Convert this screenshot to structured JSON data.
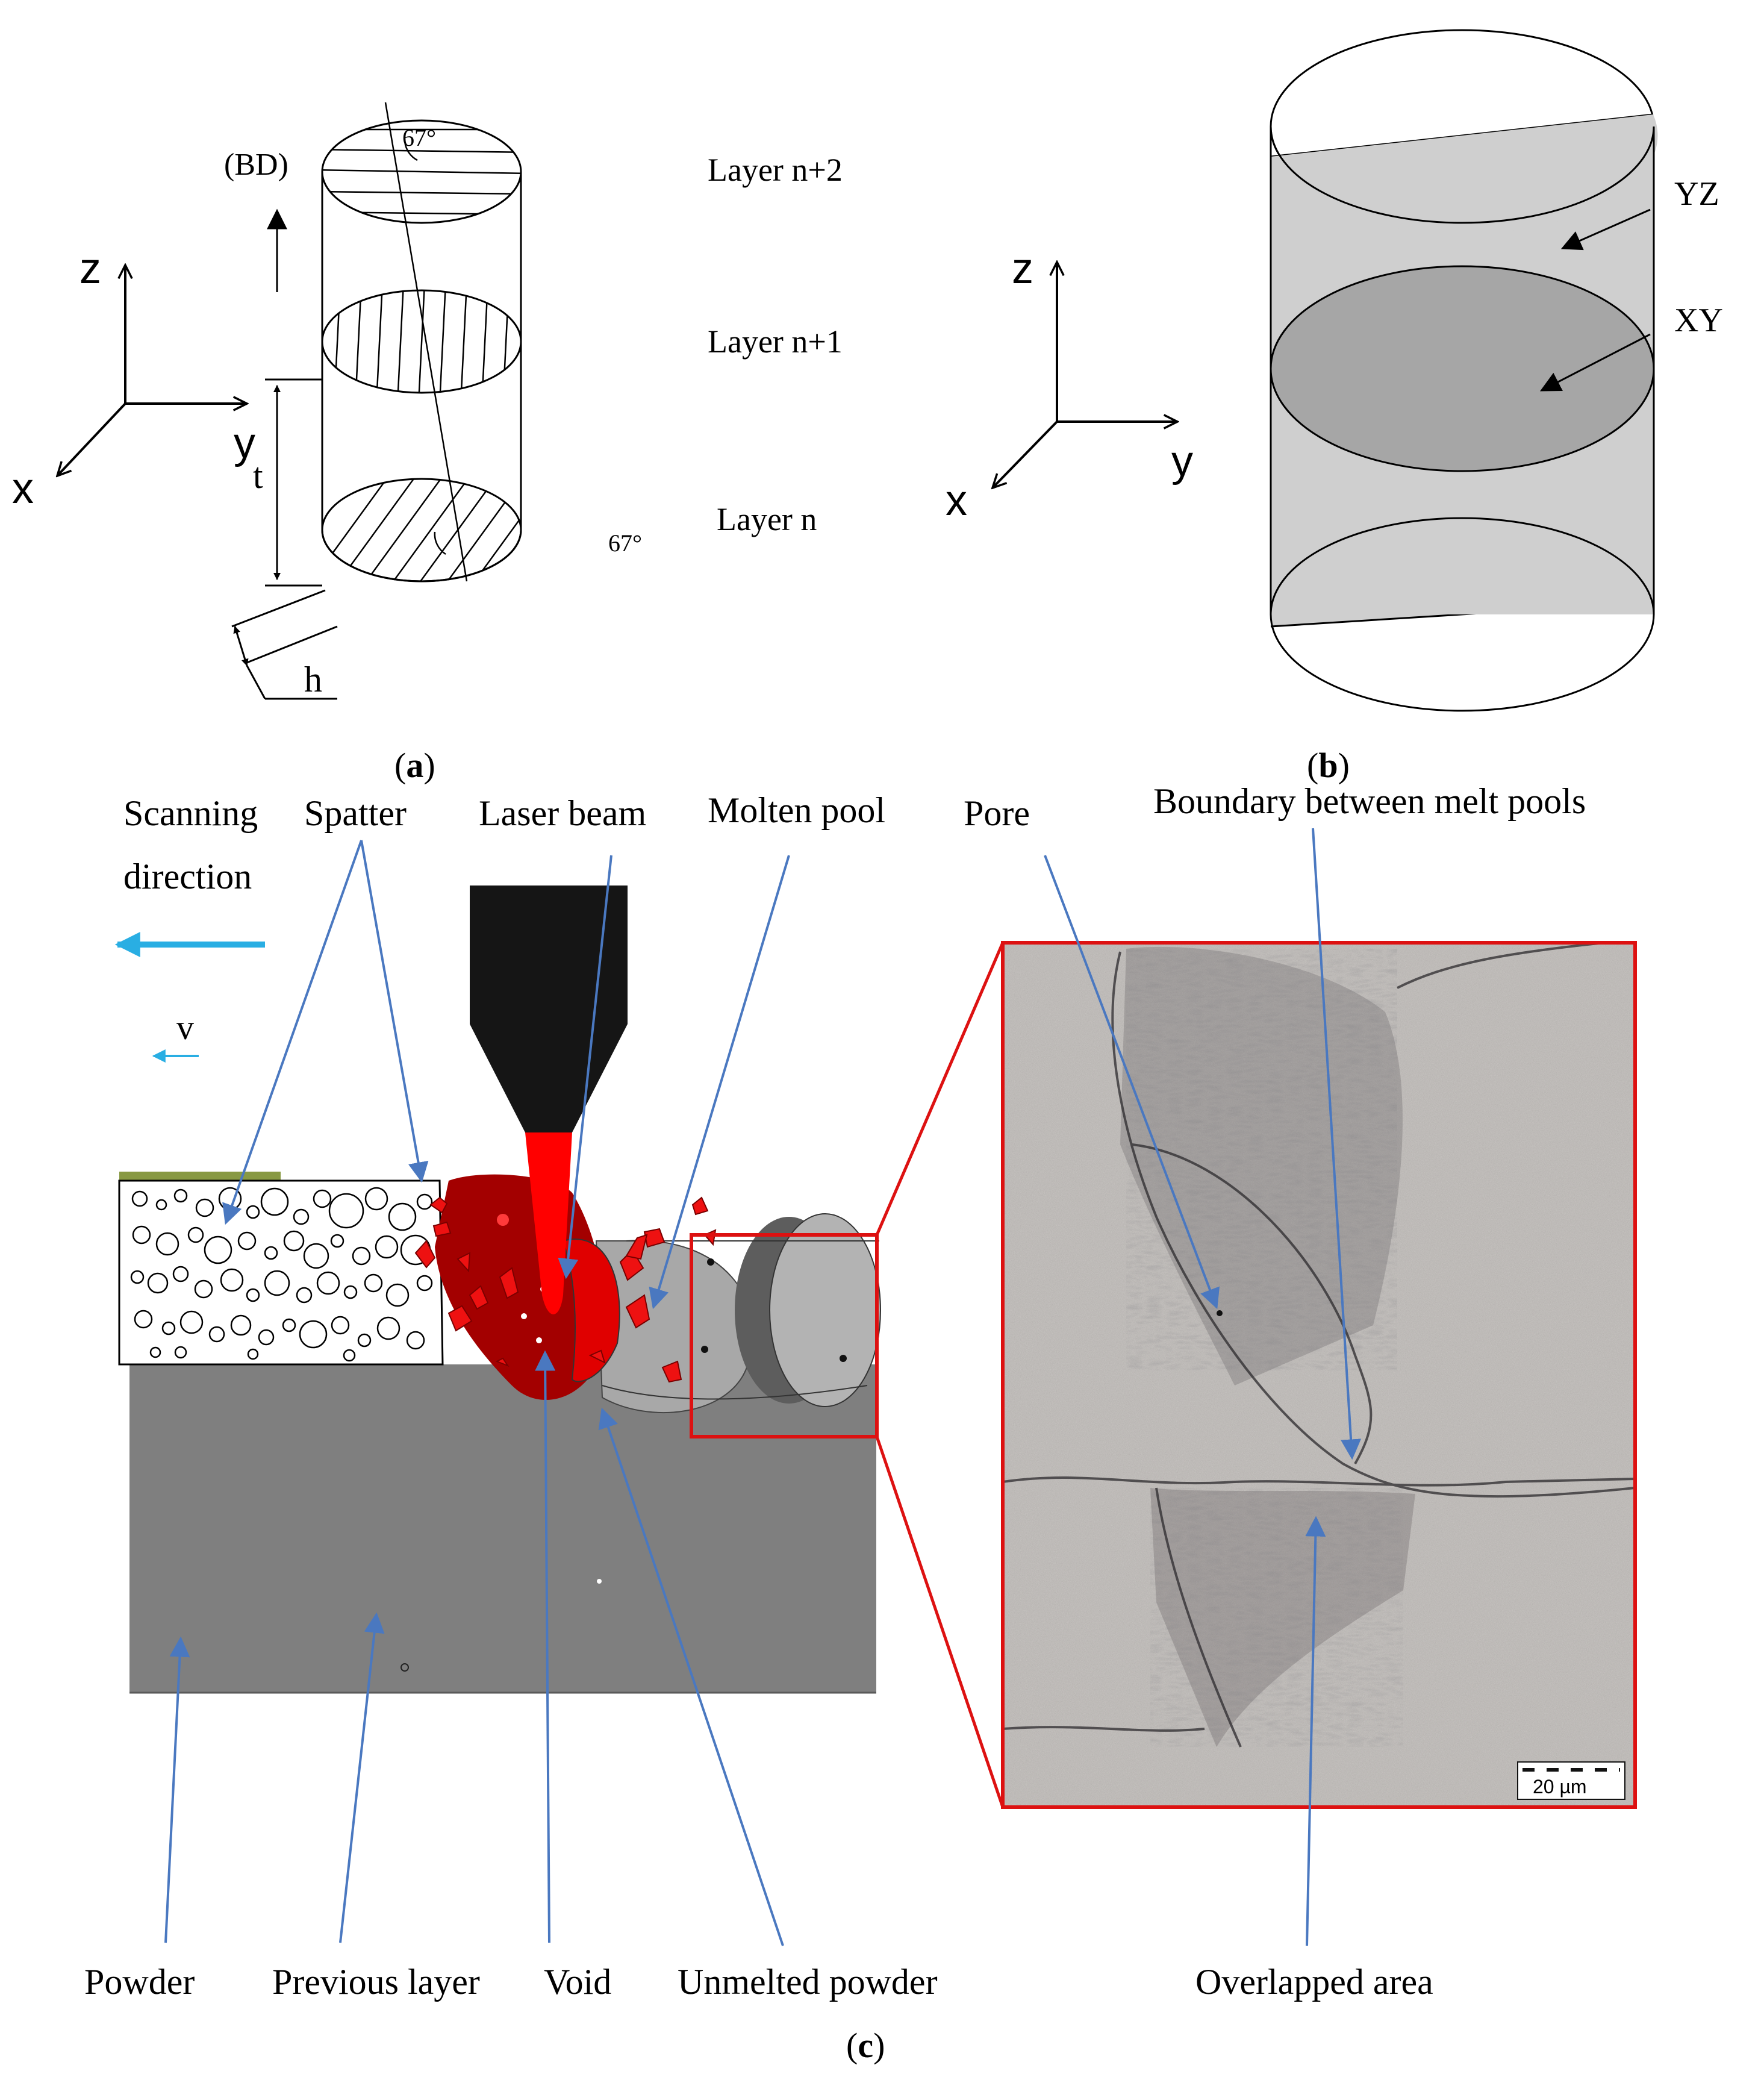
{
  "panel_a": {
    "label_paren_open": "(",
    "label_letter": "a",
    "label_paren_close": ")",
    "build_direction": "(BD)",
    "axis_z": "z",
    "axis_y": "y",
    "axis_x": "x",
    "dim_t": "t",
    "dim_h": "h",
    "angle_top": "67°",
    "angle_bottom": "67°",
    "layers": [
      "Layer n+2",
      "Layer n+1",
      "Layer n"
    ]
  },
  "panel_b": {
    "label_paren_open": "(",
    "label_letter": "b",
    "label_paren_close": ")",
    "axis_z": "z",
    "axis_y": "y",
    "axis_x": "x",
    "plane_yz": "YZ",
    "plane_xy": "XY"
  },
  "panel_c": {
    "label_paren_open": "(",
    "label_letter": "c",
    "label_paren_close": ")",
    "scanning_line1": "Scanning",
    "scanning_line2": "direction",
    "speed": "v",
    "spatter": "Spatter",
    "laser_beam": "Laser beam",
    "molten_pool": "Molten pool",
    "pore": "Pore",
    "boundary": "Boundary between melt pools",
    "powder": "Powder",
    "previous_layer": "Previous layer",
    "void": "Void",
    "unmelted_powder": "Unmelted powder",
    "overlapped_area": "Overlapped area",
    "scale_bar": "20 µm"
  },
  "colors": {
    "arrow_blue": "#4a78c0",
    "scan_arrow": "#29aee3",
    "laser_red": "#ff0000",
    "pool_dark_red": "#a30000",
    "nozzle_black": "#151515",
    "layer_gray": "#808080",
    "frame_red": "#dd1111"
  }
}
